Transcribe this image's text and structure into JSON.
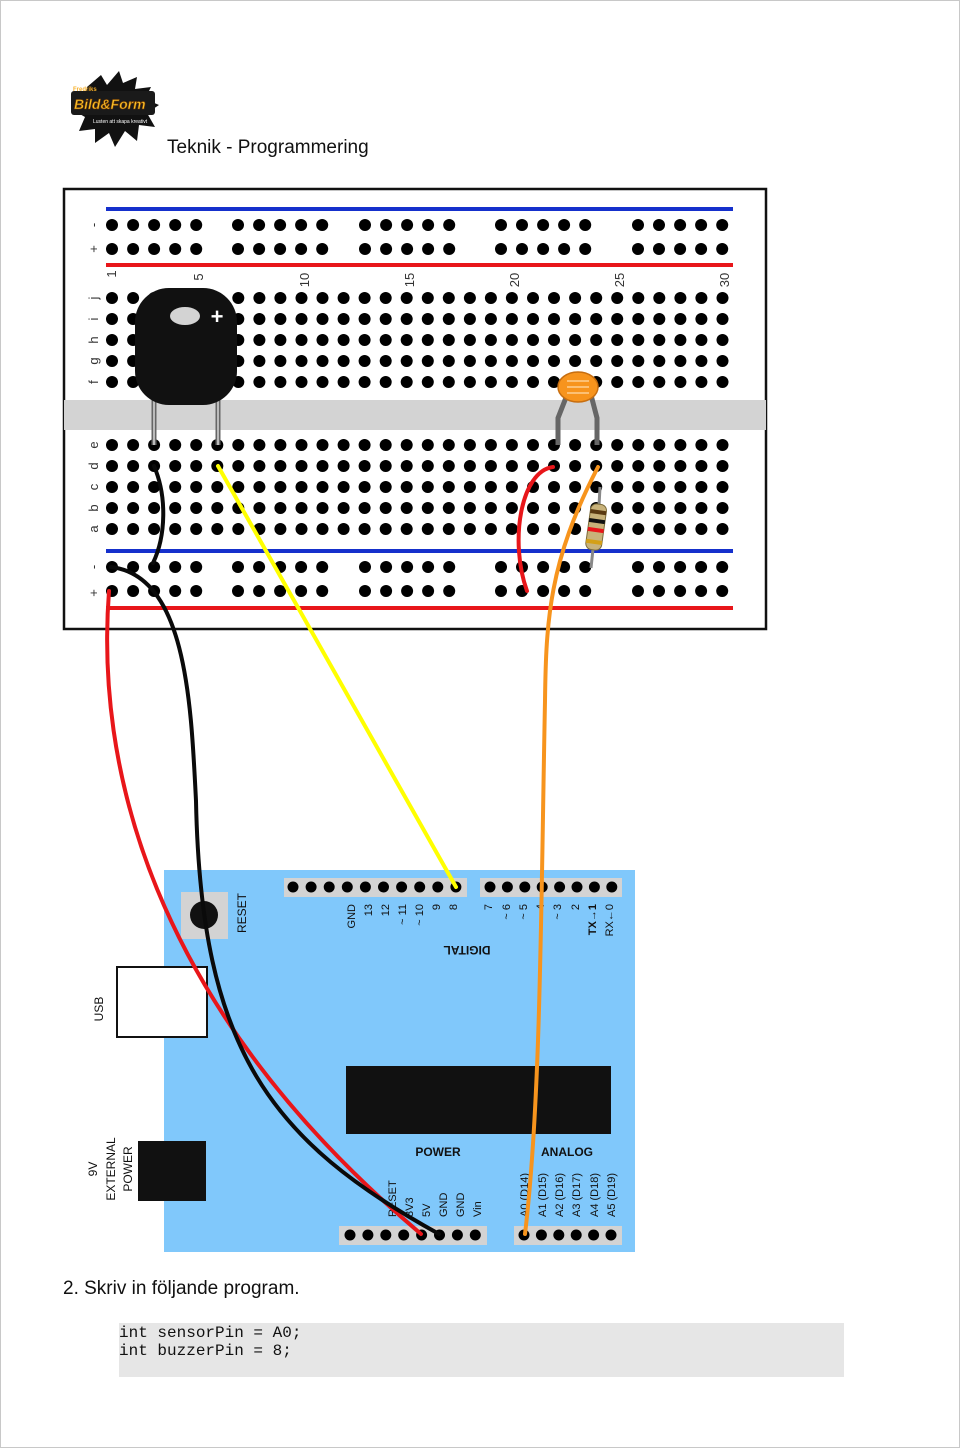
{
  "header": {
    "title": "Teknik - Programmering",
    "logo": {
      "small_text": "Fredriks",
      "brand_text": "Bild&Form",
      "tagline": "Lusten att skapa kreativt"
    }
  },
  "breadboard": {
    "row_letters_top": [
      "f",
      "g",
      "h",
      "i",
      "j"
    ],
    "row_letters_bottom": [
      "a",
      "b",
      "c",
      "d",
      "e"
    ],
    "rail_top_labels": [
      "+",
      "-"
    ],
    "rail_bottom_labels": [
      "-",
      "+"
    ],
    "column_numbers": [
      "1",
      "5",
      "10",
      "15",
      "20",
      "25",
      "30"
    ]
  },
  "buzzer": {
    "plus_label": "+"
  },
  "arduino": {
    "reset_label": "RESET",
    "usb_label": "USB",
    "power_jack_labels": [
      "9V",
      "EXTERNAL",
      "POWER"
    ],
    "digital_label": "DIGITAL",
    "digital_pins": [
      "GND",
      "13",
      "12",
      "~ 11",
      "~ 10",
      "9",
      "8",
      "7",
      "~ 6",
      "~ 5",
      "4",
      "~ 3",
      "2",
      "TX→1",
      "RX←0"
    ],
    "power_label": "POWER",
    "analog_label": "ANALOG",
    "power_pins": [
      "RESET",
      "3V3",
      "5V",
      "GND",
      "GND",
      "Vin"
    ],
    "analog_pins": [
      "A0 (D14)",
      "A1 (D15)",
      "A2 (D16)",
      "A3 (D17)",
      "A4 (D18)",
      "A5 (D19)"
    ]
  },
  "wires": {
    "colors": {
      "red": "#e8161a",
      "black": "#0a0a0a",
      "yellow": "#ffff00",
      "orange": "#f7941d"
    }
  },
  "colors": {
    "board_blue": "#80c8fb",
    "rail_blue": "#1530cc",
    "rail_red": "#e8161a",
    "hole": "#000000",
    "divider": "#d3d3d3"
  },
  "instructions": {
    "step": "2. Skriv in följande program."
  },
  "code": {
    "lines": [
      "int sensorPin = A0;",
      "int buzzerPin = 8;"
    ]
  }
}
